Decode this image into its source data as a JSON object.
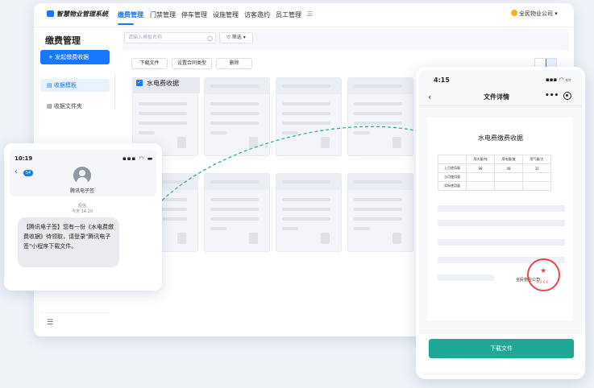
{
  "app": {
    "logo_text": "智慧物业管理系统",
    "company": "全民物业公司 ▾"
  },
  "nav": {
    "items": [
      "缴费管理",
      "门禁管理",
      "停车管理",
      "设施管理",
      "访客邀约",
      "员工管理"
    ],
    "menu_icon": "☰"
  },
  "sidebar": {
    "title": "缴费管理",
    "primary_button": "+ 发起缴费收据",
    "items": [
      "收据模板",
      "收据文件夹"
    ]
  },
  "toolbar": {
    "search_placeholder": "请输入模板名称",
    "filter_label": "▽ 筛选 ▾",
    "buttons": [
      "下载文件",
      "设置合同类型",
      "删除"
    ]
  },
  "cards": {
    "first_title": "水电费收据"
  },
  "sms": {
    "time": "10:19",
    "signals": "▪▪▪ ◠ ▬",
    "badge": "54",
    "sender": "腾讯电子签",
    "type": "短信",
    "msg_time": "今天 14:20",
    "message": "【腾讯电子签】您有一份《水电费缴费收据》待领取，请登录\"腾讯电子签\"小程序下载文件。"
  },
  "doc": {
    "time": "4:15",
    "signals": "▪▪▪ ◠ ▭",
    "title": "文件详情",
    "menu": "•••",
    "doc_title": "水电费缴费收据",
    "table": {
      "headers": [
        "",
        "用水量/吨",
        "用电量/度",
        "用气量/方"
      ],
      "rows": [
        [
          "上月使用量",
          "98",
          "48",
          "33"
        ],
        [
          "当月使用量",
          "",
          "",
          ""
        ],
        [
          "实际使用量",
          "",
          "",
          ""
        ]
      ]
    },
    "signature": "全民物业公司",
    "stamp_text": "XXXX",
    "download_button": "下载文件"
  },
  "colors": {
    "primary": "#1677ff",
    "download": "#20a896",
    "stamp": "#e5484d"
  }
}
